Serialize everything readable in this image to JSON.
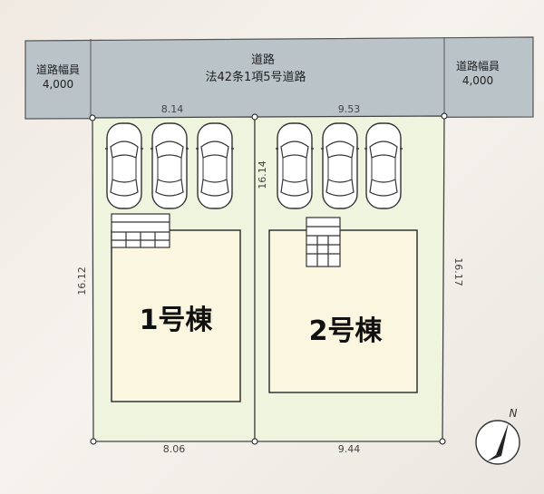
{
  "road": {
    "title": "道路",
    "subtitle": "法42条1項5号道路",
    "left_width_label": "道路幅員",
    "left_width_value": "4,000",
    "right_width_label": "道路幅員",
    "right_width_value": "4,000"
  },
  "lots": [
    {
      "name": "1号棟",
      "top_width": "8.14",
      "bottom_width": "8.06",
      "side_depth": "16.12"
    },
    {
      "name": "2号棟",
      "top_width": "9.53",
      "bottom_width": "9.44",
      "inner_depth": "16.14",
      "side_depth": "16.17"
    }
  ],
  "compass": {
    "label": "N"
  },
  "colors": {
    "road": "#b9c3c8",
    "lot": "#eef4de",
    "building": "#fbf6df",
    "outline": "#444444"
  }
}
